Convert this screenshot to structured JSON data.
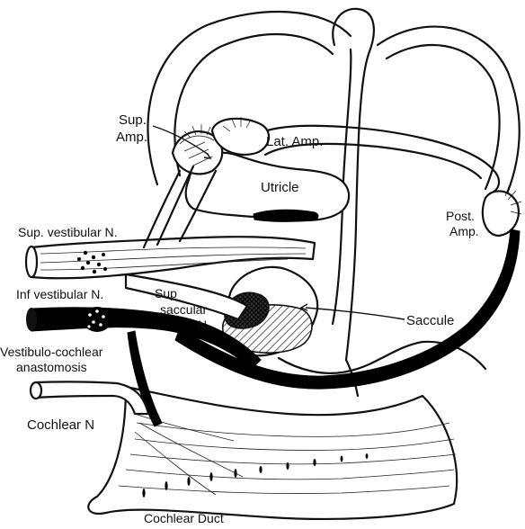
{
  "labels": {
    "sup_amp": [
      "Sup.",
      "Amp."
    ],
    "lat_amp": "Lat. Amp.",
    "utricle": "Utricle",
    "sup_vestibular_n": "Sup. vestibular N.",
    "post_amp": [
      "Post.",
      "Amp."
    ],
    "inf_vestibular_n": "Inf vestibular N.",
    "sup_saccular_n": [
      "Sup",
      "saccular",
      "N."
    ],
    "saccule": "Saccule",
    "vestibulo_cochlear_anastomosis": [
      "Vestibulo-cochlear",
      "anastomosis"
    ],
    "cochlear_n": "Cochlear N",
    "cochlear_duct": "Cochlear Duct"
  }
}
